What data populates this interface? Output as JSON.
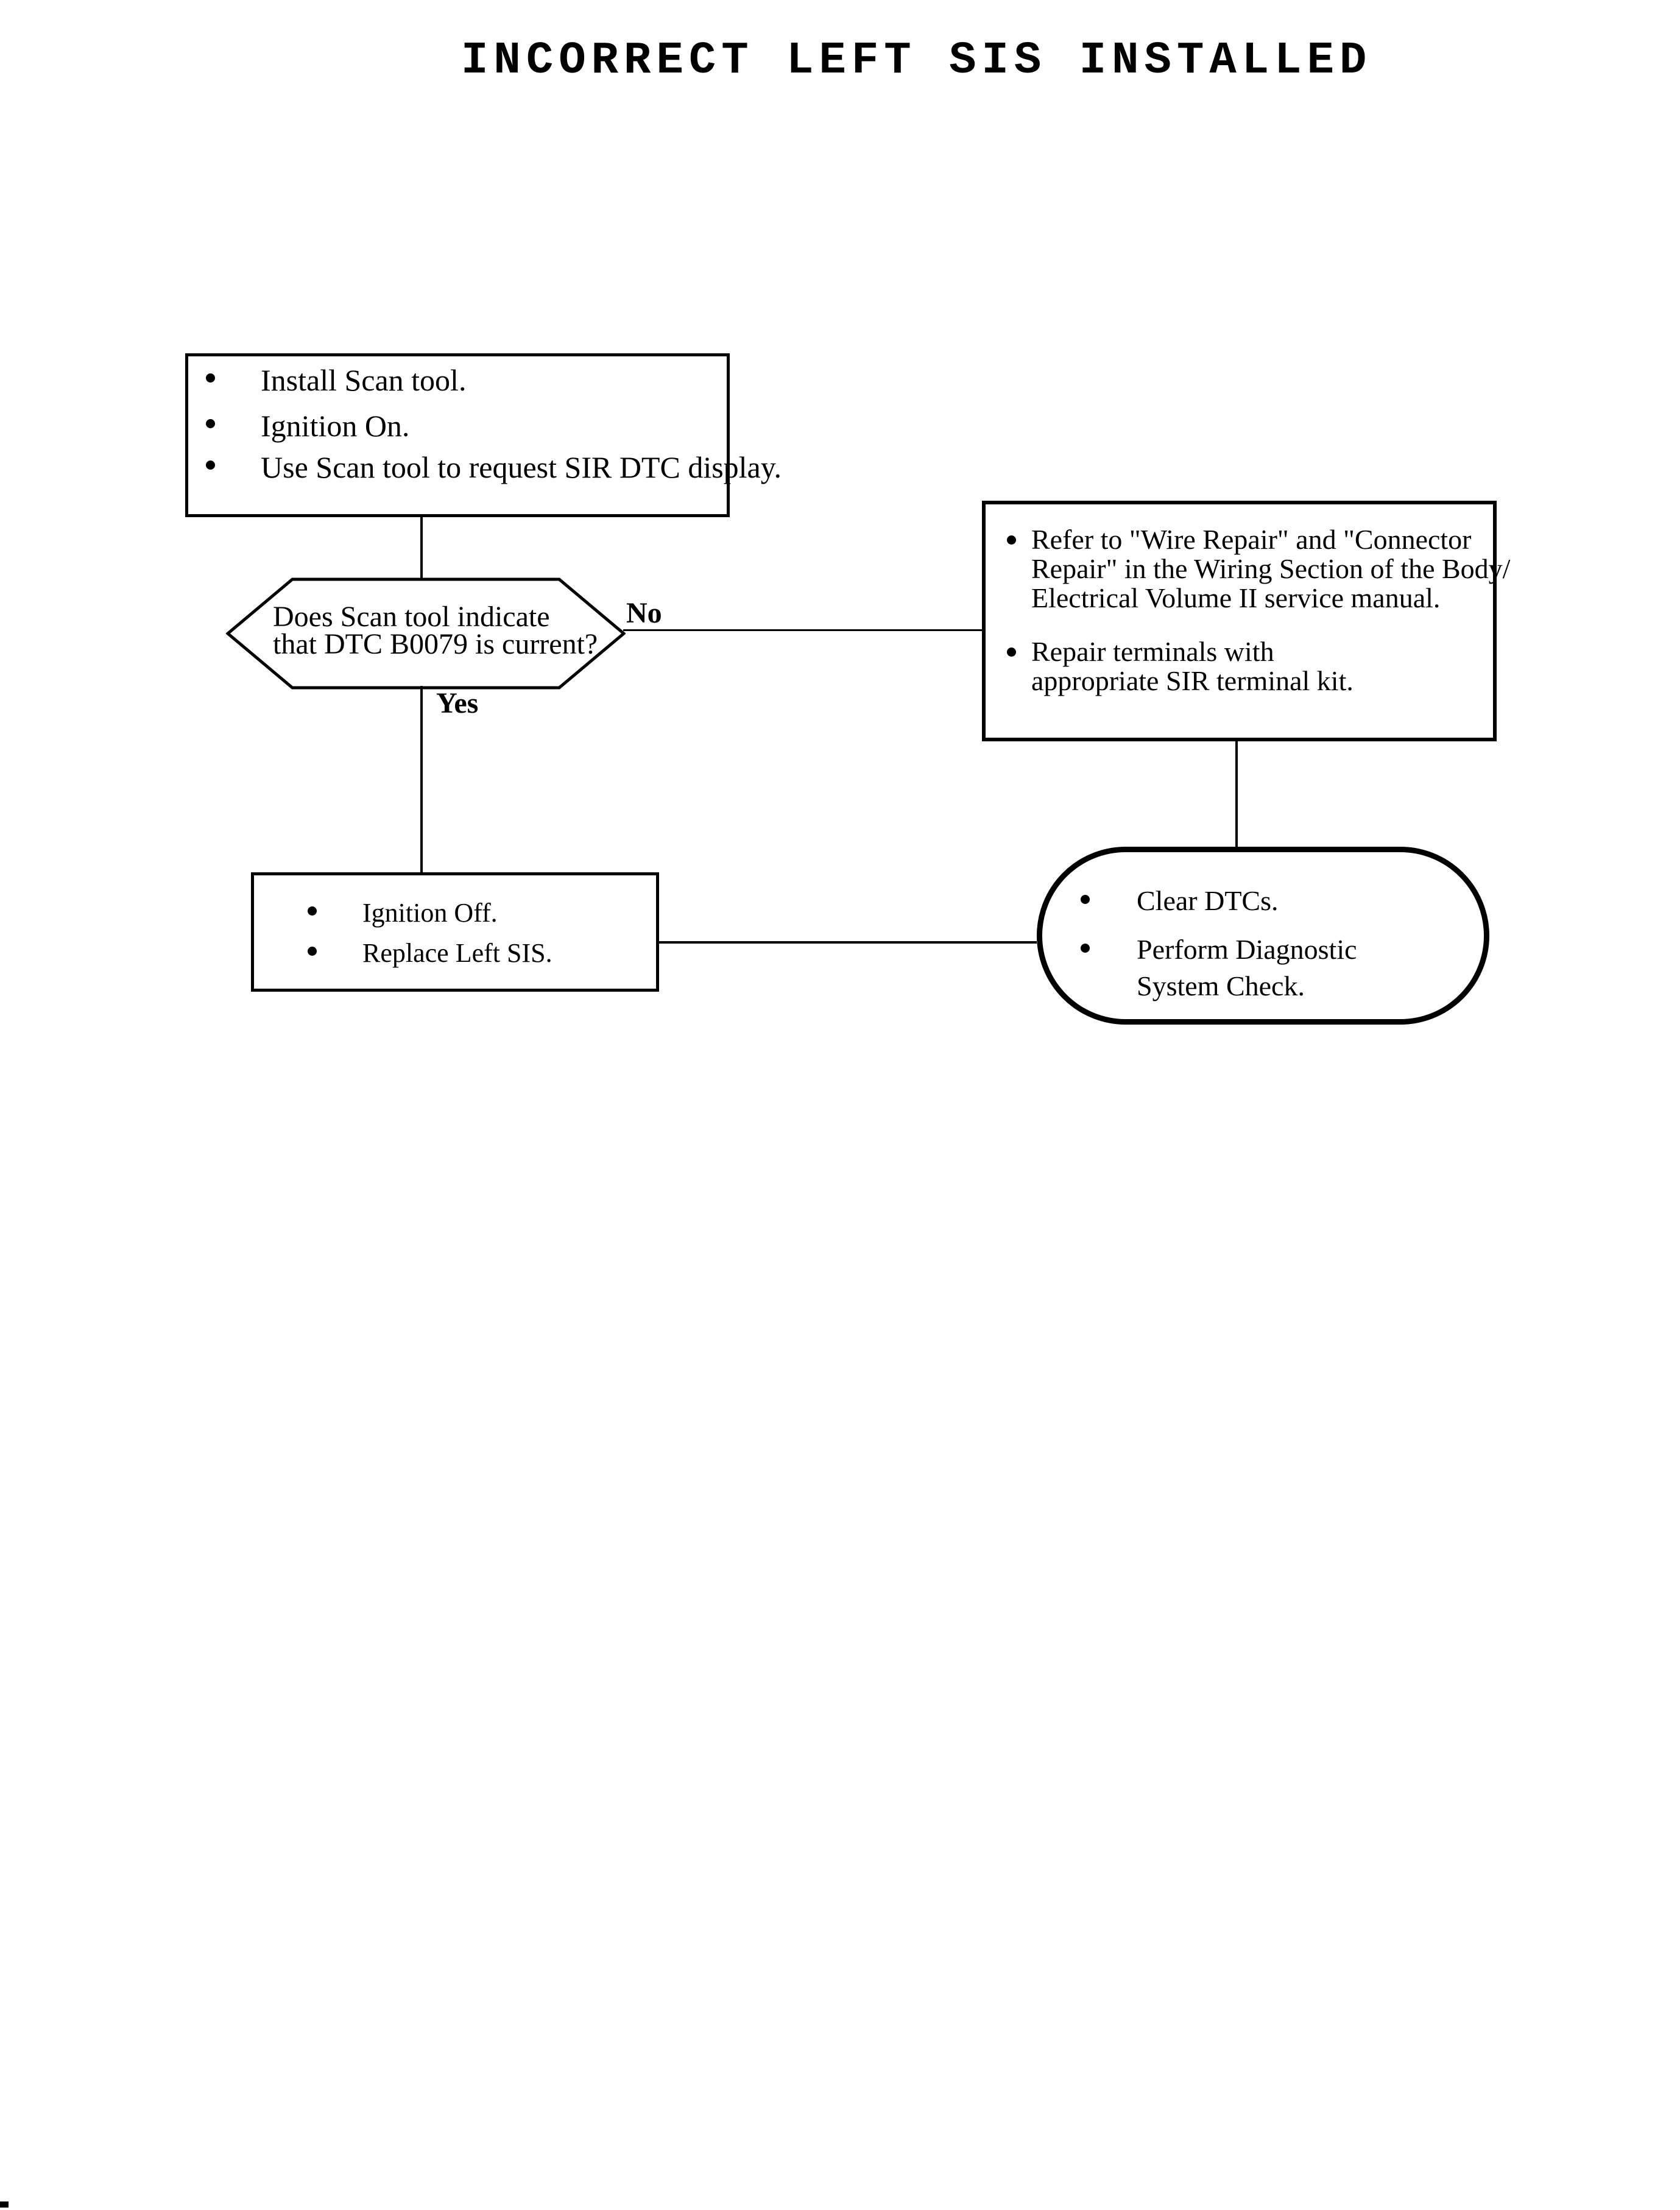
{
  "colors": {
    "ink": "#000000",
    "paper": "#ffffff"
  },
  "title": "INCORRECT LEFT SIS INSTALLED",
  "labels": {
    "no": "No",
    "yes": "Yes"
  },
  "start_box": {
    "item1": "Install Scan tool.",
    "item2": "Ignition On.",
    "item3": "Use Scan tool to request SIR DTC display."
  },
  "decision": {
    "line1": "Does Scan tool indicate",
    "line2": "that DTC B0079 is current?"
  },
  "repair_box": {
    "item1_line1": "Refer to \"Wire Repair\" and \"Connector",
    "item1_line2": "Repair\" in the Wiring Section of the Body/",
    "item1_line3": "Electrical Volume II service manual.",
    "item2_line1": "Repair terminals with",
    "item2_line2": "appropriate SIR terminal kit."
  },
  "replace_box": {
    "item1": "Ignition Off.",
    "item2": "Replace Left SIS."
  },
  "end_box": {
    "item1": "Clear DTCs.",
    "item2_line1": "Perform Diagnostic",
    "item2_line2": "System Check."
  }
}
